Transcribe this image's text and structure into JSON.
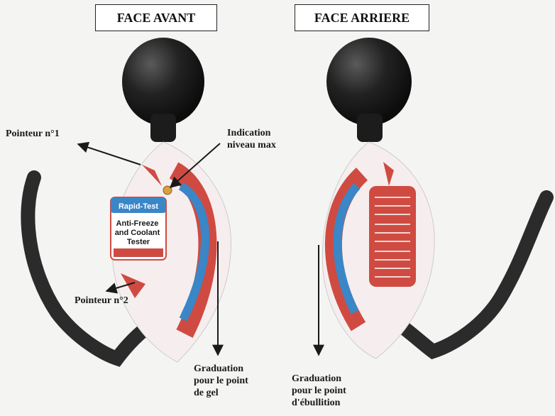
{
  "front": {
    "title": "FACE AVANT",
    "label_brand": "Rapid-Test",
    "label_product": [
      "Anti-Freeze",
      "and Coolant",
      "Tester"
    ]
  },
  "back": {
    "title": "FACE ARRIERE"
  },
  "callouts": {
    "pointer1": "Pointeur n°1",
    "indication": [
      "Indication",
      "niveau max"
    ],
    "pointer2": "Pointeur n°2",
    "freeze_scale": [
      "Graduation",
      "pour le point",
      "de gel"
    ],
    "boil_scale": [
      "Graduation",
      "pour le point",
      "d'ébullition"
    ]
  },
  "colors": {
    "bulb": "#1c1c1c",
    "hose": "#2b2b2b",
    "body": "#f6eeee",
    "red": "#cf4b42",
    "blue": "#3a86c6",
    "arrow": "#1a1a1a"
  }
}
